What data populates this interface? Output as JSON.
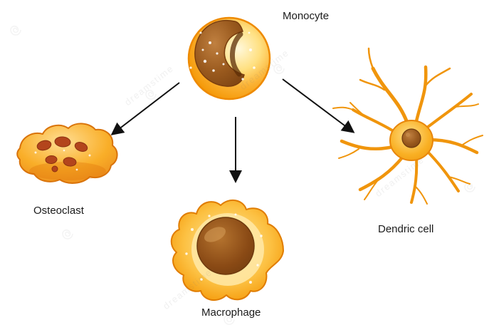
{
  "diagram": {
    "nodes": {
      "monocyte": {
        "label": "Monocyte"
      },
      "osteoclast": {
        "label": "Osteoclast"
      },
      "macrophage": {
        "label": "Macrophage"
      },
      "dendritic": {
        "label": "Dendric cell"
      }
    },
    "edges": [
      {
        "from": "Monocyte",
        "to": "Osteoclast"
      },
      {
        "from": "Monocyte",
        "to": "Macrophage"
      },
      {
        "from": "Monocyte",
        "to": "Dendric cell"
      }
    ],
    "watermark": {
      "text": "dreamstime"
    },
    "colors": {
      "cell_orange": "#F59B0B",
      "cell_yellow": "#FFE9A8",
      "cell_rim": "#E8860B",
      "nucleus_brown": "#8A4A15",
      "osteoclast_nuclei": "#B3451C",
      "arrow": "#111111",
      "background": "#FFFFFF"
    }
  }
}
